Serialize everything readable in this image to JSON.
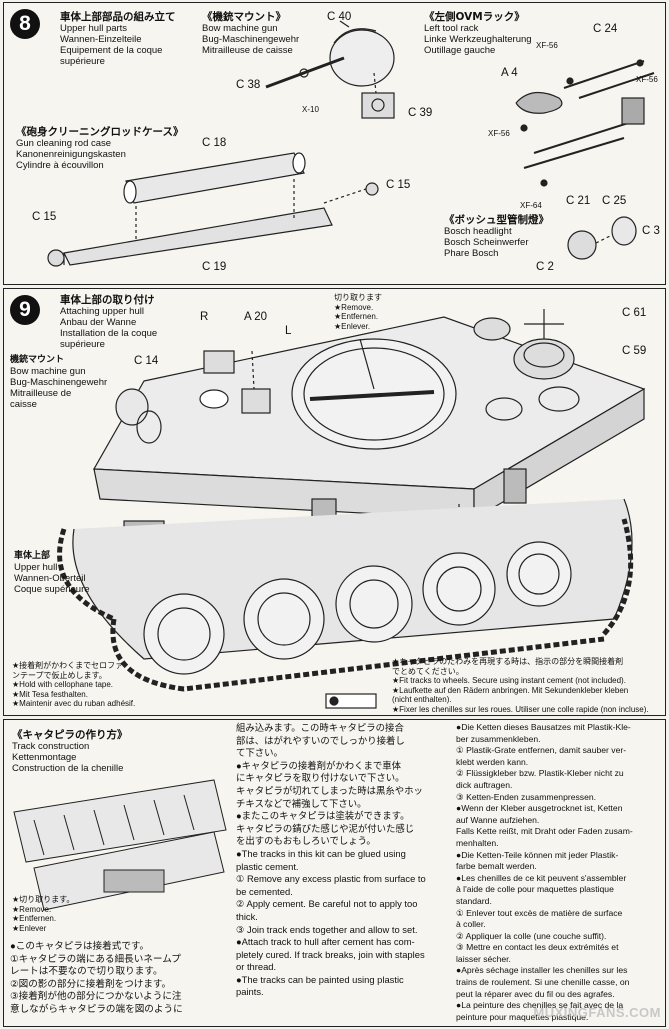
{
  "step8": {
    "number": "8",
    "title_jp": "車体上部部品の組み立て",
    "title_lines": [
      "Upper hull parts",
      "Wannen-Einzelteile",
      "Equipement de la coque",
      "supérieure"
    ],
    "mg": {
      "title_jp": "《機銃マウント》",
      "lines": [
        "Bow machine gun",
        "Bug-Maschinengewehr",
        "Mitrailleuse de caisse"
      ]
    },
    "ovm": {
      "title_jp": "《左側OVMラック》",
      "lines": [
        "Left tool rack",
        "Linke Werkzeughalterung",
        "Outillage gauche"
      ]
    },
    "rod": {
      "title_jp": "《砲身クリーニングロッドケース》",
      "lines": [
        "Gun cleaning rod case",
        "Kanonenreinigungskasten",
        "Cylindre à écouvillon"
      ]
    },
    "bosch": {
      "title_jp": "《ボッシュ型管制燈》",
      "lines": [
        "Bosch headlight",
        "Bosch Scheinwerfer",
        "Phare Bosch"
      ]
    },
    "parts": {
      "c40": "C 40",
      "c38": "C 38",
      "x10": "X-10",
      "c39": "C 39",
      "c18": "C 18",
      "c15a": "C 15",
      "c15b": "C 15",
      "c19": "C 19",
      "xf56a": "XF-56",
      "c24": "C 24",
      "xf56b": "XF-56",
      "a4": "A 4",
      "xf56c": "XF-56",
      "xf64": "XF-64",
      "c21": "C 21",
      "c25": "C 25",
      "c3": "C 3",
      "c2": "C 2"
    }
  },
  "step9": {
    "number": "9",
    "title_jp": "車体上部の取り付け",
    "title_lines": [
      "Attaching upper hull",
      "Anbau der Wanne",
      "Installation de la coque",
      "supérieure"
    ],
    "cut": {
      "jp": "切り取ります",
      "lines": [
        "★Remove.",
        "★Entfernen.",
        "★Enlever."
      ]
    },
    "mg": {
      "jp": "機銃マウント",
      "lines": [
        "Bow machine gun",
        "Bug-Maschinengewehr",
        "Mitrailleuse de",
        "caisse"
      ]
    },
    "hull": {
      "jp": "車体上部",
      "lines": [
        "Upper hull",
        "Wannen-Oberteil",
        "Coque supérieure"
      ]
    },
    "tape": {
      "jp_lines": [
        "★接着剤がかわくまでセロファ",
        "ンテープで仮止めします。"
      ],
      "lines": [
        "★Hold with cellophane tape.",
        "★Mit Tesa festhalten.",
        "★Maintenir avec du ruban adhésif."
      ]
    },
    "fit": {
      "jp_lines": [
        "★キャタピラのたわみを再現する時は、指示の部分を瞬間接着剤",
        "でとめてください。"
      ],
      "lines": [
        "★Fit tracks to wheels. Secure using instant cement (not included).",
        "★Laufkette auf den Rädern anbringen. Mit Sekundenkleber kleben",
        "(nicht enthalten).",
        "★Fixer les chenilles sur les roues. Utiliser une colle rapide (non incluse)."
      ]
    },
    "parts": {
      "r": "R",
      "a20": "A 20",
      "l": "L",
      "c14": "C 14",
      "c61": "C 61",
      "c59": "C 59"
    }
  },
  "track": {
    "title_jp": "《キャタピラの作り方》",
    "title_lines": [
      "Track construction",
      "Kettenmontage",
      "Construction de la chenille"
    ],
    "cut_jp": "★切り取ります。",
    "cut_lines": [
      "★Remove.",
      "★Entfernen.",
      "★Enlever"
    ],
    "col1": [
      "●このキャタピラは接着式です。",
      "①キャタピラの端にある細長いネームプ",
      "レートは不要なので切り取ります。",
      "②図の影の部分に接着剤をつけます。",
      "③接着剤が他の部分につかないように注",
      "意しながらキャタピラの端を図のように"
    ],
    "col2": [
      "組み込みます。この時キャタピラの接合",
      "部は、はがれやすいのでしっかり接着し",
      "て下さい。",
      "●キャタピラの接着剤がかわくまで車体",
      "にキャタピラを取り付けないで下さい。",
      "キャタピラが切れてしまった時は黒糸やホッ",
      "チキスなどで補強して下さい。",
      "●またこのキャタピラは塗装ができます。",
      "キャタピラの錆びた感じや泥が付いた感じ",
      "を出すのもおもしろいでしょう。",
      "",
      "●The tracks in this kit can be glued using",
      "plastic cement.",
      "① Remove any excess plastic from surface to",
      "be cemented.",
      "② Apply cement. Be careful not to apply too",
      "thick.",
      "③ Join track ends together and allow to set.",
      "●Attach track to hull after cement has com-",
      "pletely cured. If track breaks, join with staples",
      "or thread.",
      "●The tracks can be painted using plastic",
      "paints."
    ],
    "col3": [
      "●Die Ketten dieses Bausatzes mit Plastik-Kle-",
      "ber zusammenkleben.",
      "① Plastik-Grate entfernen, damit sauber ver-",
      "klebt werden kann.",
      "② Flüssigkleber bzw. Plastik-Kleber nicht zu",
      "dick auftragen.",
      "③ Ketten-Enden zusammenpressen.",
      "●Wenn der Kleber ausgetrocknet ist, Ketten",
      "auf Wanne aufziehen.",
      "Falls Kette reißt, mit Draht oder Faden zusam-",
      "menhalten.",
      "●Die Ketten-Teile können mit jeder Plastik-",
      "farbe bemalt werden.",
      "●Les chenilles de ce kit peuvent s'assembler",
      "à l'aide de colle pour maquettes plastique",
      "standard.",
      "① Enlever tout excès de matière de surface",
      "à coller.",
      "② Appliquer la colle (une couche suffit).",
      "③ Mettre en contact les deux extrémités et",
      "laisser sécher.",
      "●Après séchage installer les chenilles sur les",
      "trains de roulement. Si une chenille casse, on",
      "peut la réparer avec du fil ou des agrafes.",
      "●La peinture des chenilles se fait avec de la",
      "peinture pour maquettes plastique."
    ],
    "watermark": "MUXINGFANS.COM"
  }
}
